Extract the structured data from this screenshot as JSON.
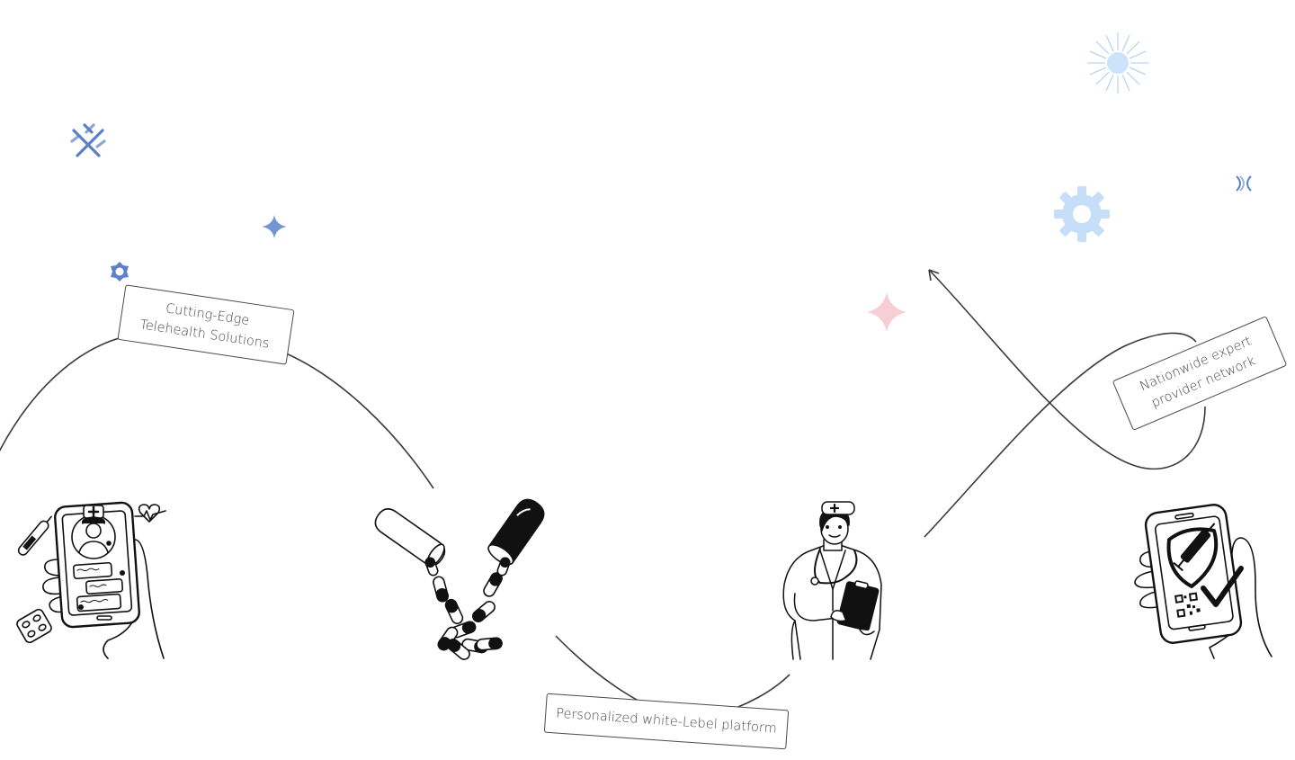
{
  "labels": {
    "telehealth_line1": "Cutting-Edge",
    "telehealth_line2": "Telehealth Solutions",
    "platform": "Personalized white-Lebel platform",
    "network_line1": "Nationwide expert",
    "network_line2": "provider network"
  },
  "icons": [
    "phone-doctor-chat-illustration",
    "capsules-illustration",
    "doctor-with-clipboard-illustration",
    "phone-vaccine-check-illustration",
    "sparkle-cross-icon",
    "sparkle-star-icon",
    "gear-icon",
    "sunburst-icon"
  ],
  "colors": {
    "line": "#3a3a3a",
    "label_border": "#4a4a4a",
    "label_text": "#444444",
    "accent_blue": "#5b82c9",
    "light_blue": "#bcd8f7",
    "pink": "#f7c9d0"
  }
}
